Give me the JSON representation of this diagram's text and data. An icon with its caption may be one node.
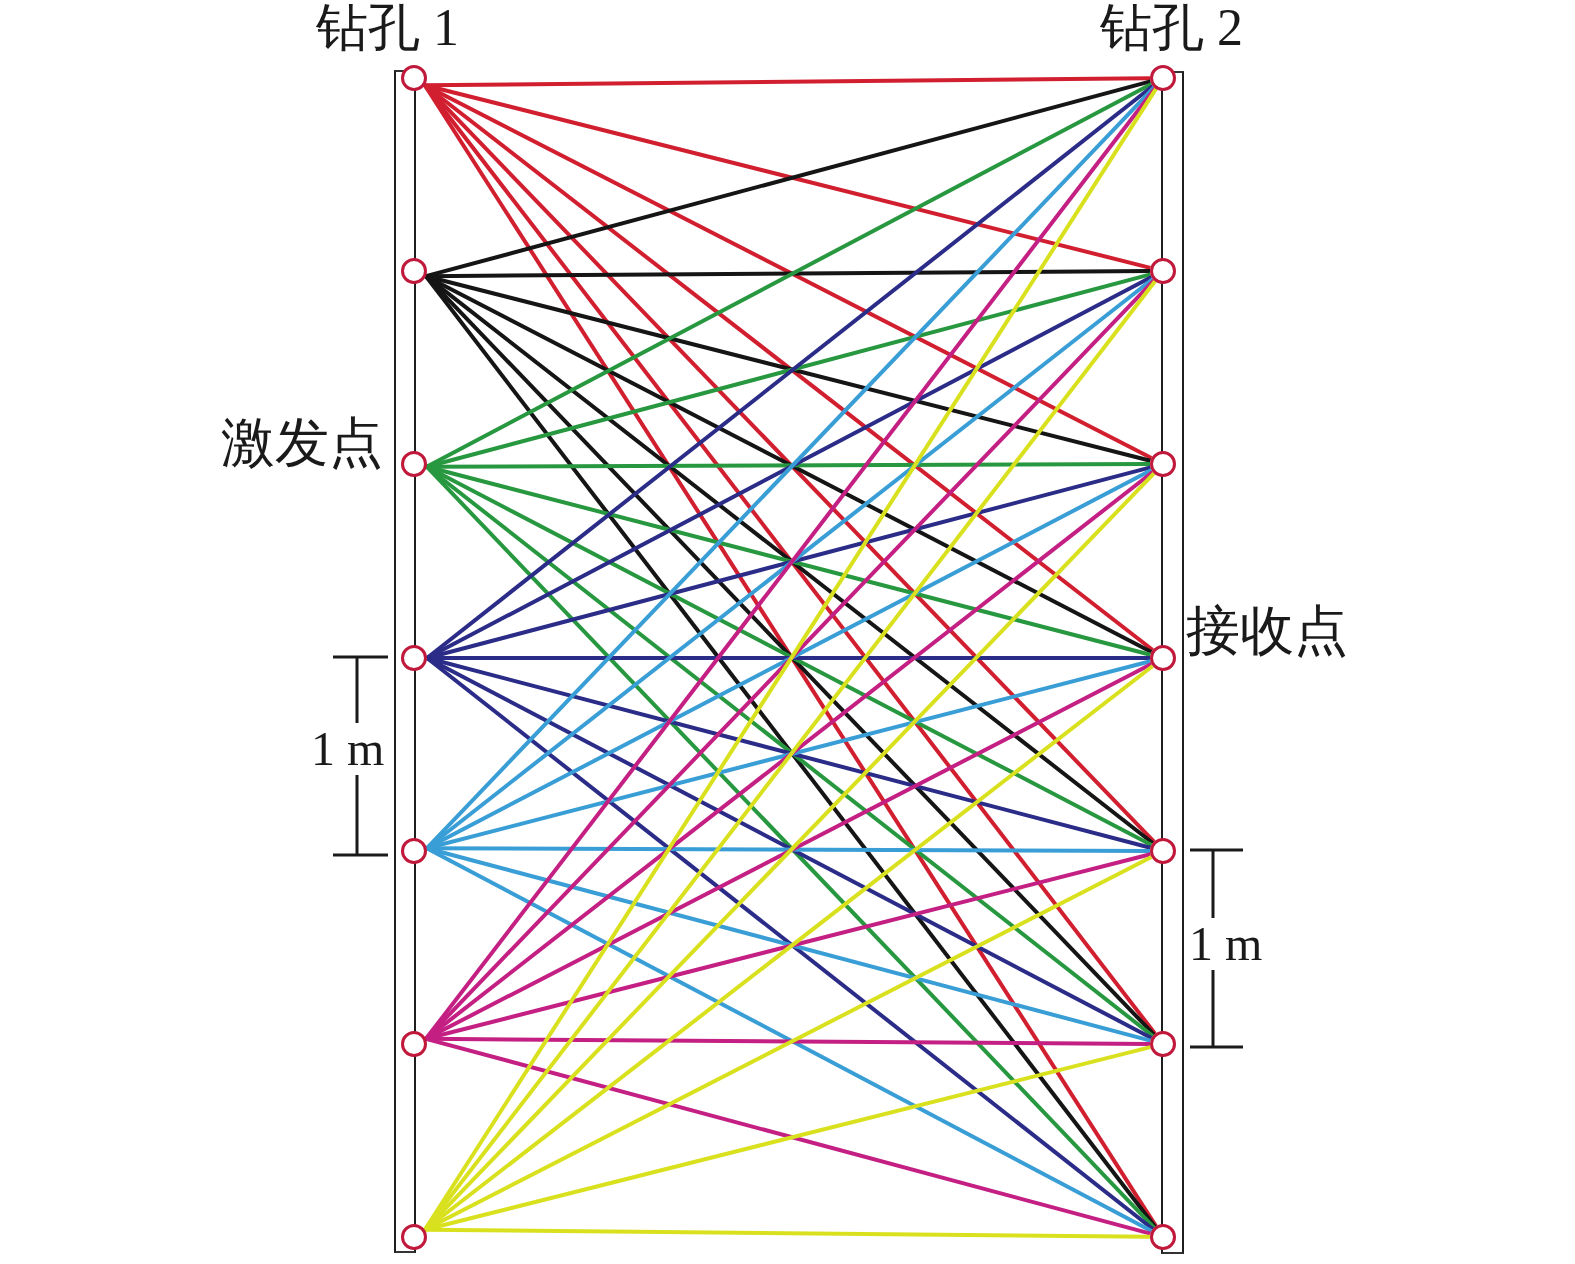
{
  "diagram": {
    "nodes": [
      {
        "text": [
          "钻孔 1"
        ]
      },
      {
        "text": [],
        "shape": "circle",
        "in": 0
      },
      {
        "text": [],
        "shape": "circle",
        "in": 0
      },
      {
        "text": [],
        "shape": "circle",
        "in": 0
      },
      {
        "text": [],
        "shape": "circle",
        "in": 0
      },
      {
        "text": [],
        "shape": "circle",
        "in": 0
      },
      {
        "text": [],
        "shape": "circle",
        "in": 0
      },
      {
        "text": [],
        "shape": "circle",
        "in": 0
      },
      {
        "text": [
          "钻孔 2"
        ]
      },
      {
        "text": [],
        "shape": "circle",
        "in": 8
      },
      {
        "text": [],
        "shape": "circle",
        "in": 8
      },
      {
        "text": [],
        "shape": "circle",
        "in": 8
      },
      {
        "text": [],
        "shape": "circle",
        "in": 8
      },
      {
        "text": [],
        "shape": "circle",
        "in": 8
      },
      {
        "text": [],
        "shape": "circle",
        "in": 8
      },
      {
        "text": [],
        "shape": "circle",
        "in": 8
      }
    ],
    "edges": [
      {
        "from": 1,
        "to": 9,
        "arrow": "none",
        "color": "#d11f30"
      },
      {
        "from": 1,
        "to": 10,
        "arrow": "none",
        "color": "#d11f30"
      },
      {
        "from": 1,
        "to": 11,
        "arrow": "none",
        "color": "#d11f30"
      },
      {
        "from": 1,
        "to": 12,
        "arrow": "none",
        "color": "#d11f30"
      },
      {
        "from": 1,
        "to": 13,
        "arrow": "none",
        "color": "#d11f30"
      },
      {
        "from": 1,
        "to": 14,
        "arrow": "none",
        "color": "#d11f30"
      },
      {
        "from": 1,
        "to": 15,
        "arrow": "none",
        "color": "#d11f30"
      },
      {
        "from": 2,
        "to": 9,
        "arrow": "none",
        "color": "#151515"
      },
      {
        "from": 2,
        "to": 10,
        "arrow": "none",
        "color": "#151515"
      },
      {
        "from": 2,
        "to": 11,
        "arrow": "none",
        "color": "#151515"
      },
      {
        "from": 2,
        "to": 12,
        "arrow": "none",
        "color": "#151515"
      },
      {
        "from": 2,
        "to": 13,
        "arrow": "none",
        "color": "#151515"
      },
      {
        "from": 2,
        "to": 14,
        "arrow": "none",
        "color": "#151515"
      },
      {
        "from": 2,
        "to": 15,
        "arrow": "none",
        "color": "#151515"
      },
      {
        "from": 3,
        "to": 9,
        "arrow": "none",
        "color": "#27983f"
      },
      {
        "from": 3,
        "to": 10,
        "arrow": "none",
        "color": "#27983f"
      },
      {
        "from": 3,
        "to": 11,
        "arrow": "none",
        "color": "#27983f"
      },
      {
        "from": 3,
        "to": 12,
        "arrow": "none",
        "color": "#27983f"
      },
      {
        "from": 3,
        "to": 13,
        "arrow": "none",
        "color": "#27983f"
      },
      {
        "from": 3,
        "to": 14,
        "arrow": "none",
        "color": "#27983f"
      },
      {
        "from": 3,
        "to": 15,
        "arrow": "none",
        "color": "#27983f"
      },
      {
        "from": 4,
        "to": 9,
        "arrow": "none",
        "color": "#2b2c88"
      },
      {
        "from": 4,
        "to": 10,
        "arrow": "none",
        "color": "#2b2c88"
      },
      {
        "from": 4,
        "to": 11,
        "arrow": "none",
        "color": "#2b2c88"
      },
      {
        "from": 4,
        "to": 12,
        "arrow": "none",
        "color": "#2b2c88"
      },
      {
        "from": 4,
        "to": 13,
        "arrow": "none",
        "color": "#2b2c88"
      },
      {
        "from": 4,
        "to": 14,
        "arrow": "none",
        "color": "#2b2c88"
      },
      {
        "from": 4,
        "to": 15,
        "arrow": "none",
        "color": "#2b2c88"
      },
      {
        "from": 5,
        "to": 9,
        "arrow": "none",
        "color": "#3a9ed6"
      },
      {
        "from": 5,
        "to": 10,
        "arrow": "none",
        "color": "#3a9ed6"
      },
      {
        "from": 5,
        "to": 11,
        "arrow": "none",
        "color": "#3a9ed6"
      },
      {
        "from": 5,
        "to": 12,
        "arrow": "none",
        "color": "#3a9ed6"
      },
      {
        "from": 5,
        "to": 13,
        "arrow": "none",
        "color": "#3a9ed6"
      },
      {
        "from": 5,
        "to": 14,
        "arrow": "none",
        "color": "#3a9ed6"
      },
      {
        "from": 5,
        "to": 15,
        "arrow": "none",
        "color": "#3a9ed6"
      },
      {
        "from": 6,
        "to": 9,
        "arrow": "none",
        "color": "#c41f82"
      },
      {
        "from": 6,
        "to": 10,
        "arrow": "none",
        "color": "#c41f82"
      },
      {
        "from": 6,
        "to": 11,
        "arrow": "none",
        "color": "#c41f82"
      },
      {
        "from": 6,
        "to": 12,
        "arrow": "none",
        "color": "#c41f82"
      },
      {
        "from": 6,
        "to": 13,
        "arrow": "none",
        "color": "#c41f82"
      },
      {
        "from": 6,
        "to": 14,
        "arrow": "none",
        "color": "#c41f82"
      },
      {
        "from": 6,
        "to": 15,
        "arrow": "none",
        "color": "#c41f82"
      },
      {
        "from": 7,
        "to": 9,
        "arrow": "none",
        "color": "#d9e11f"
      },
      {
        "from": 7,
        "to": 10,
        "arrow": "none",
        "color": "#d9e11f"
      },
      {
        "from": 7,
        "to": 11,
        "arrow": "none",
        "color": "#d9e11f"
      },
      {
        "from": 7,
        "to": 12,
        "arrow": "none",
        "color": "#d9e11f"
      },
      {
        "from": 7,
        "to": 13,
        "arrow": "none",
        "color": "#d9e11f"
      },
      {
        "from": 7,
        "to": 14,
        "arrow": "none",
        "color": "#d9e11f"
      },
      {
        "from": 7,
        "to": 15,
        "arrow": "none",
        "color": "#d9e11f"
      }
    ],
    "labels": [
      "激发点",
      "接收点",
      "1 m",
      "1 m"
    ]
  }
}
